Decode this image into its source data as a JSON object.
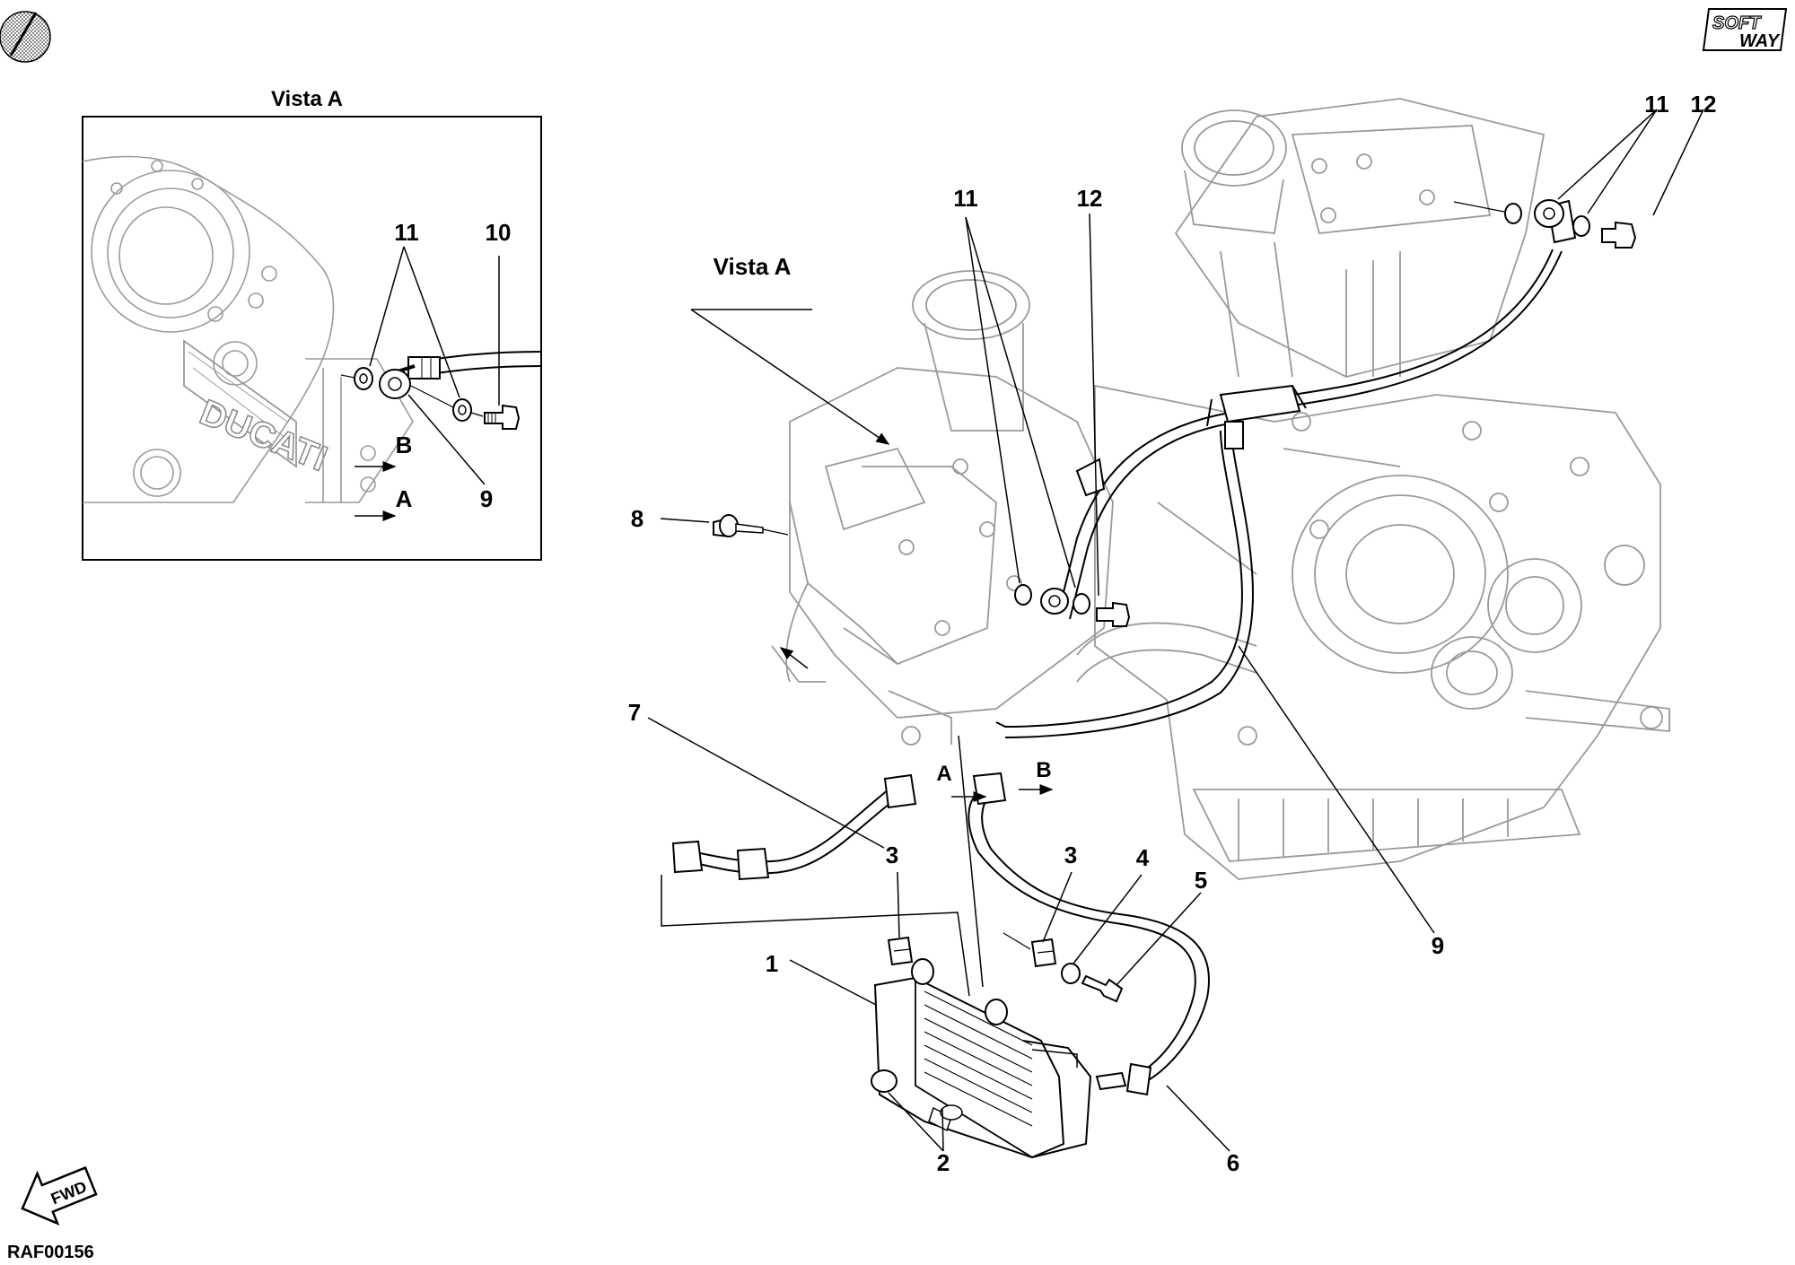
{
  "drawing": {
    "code": "RAF00156",
    "fwd_label": "FWD",
    "logo": "SOFT WAY",
    "inset_title": "Vista A",
    "main_view_label": "Vista A"
  },
  "inset_labels": {
    "l11": "11",
    "l10": "10",
    "l9": "9",
    "lB": "B",
    "lA": "A"
  },
  "main_labels": {
    "l11a": "11",
    "l12a": "12",
    "l11b": "11",
    "l12b": "12",
    "l8": "8",
    "l7": "7",
    "l9": "9",
    "l3a": "3",
    "l3b": "3",
    "l4": "4",
    "l5": "5",
    "l1": "1",
    "l2": "2",
    "l6": "6",
    "lA": "A",
    "lB": "B"
  }
}
